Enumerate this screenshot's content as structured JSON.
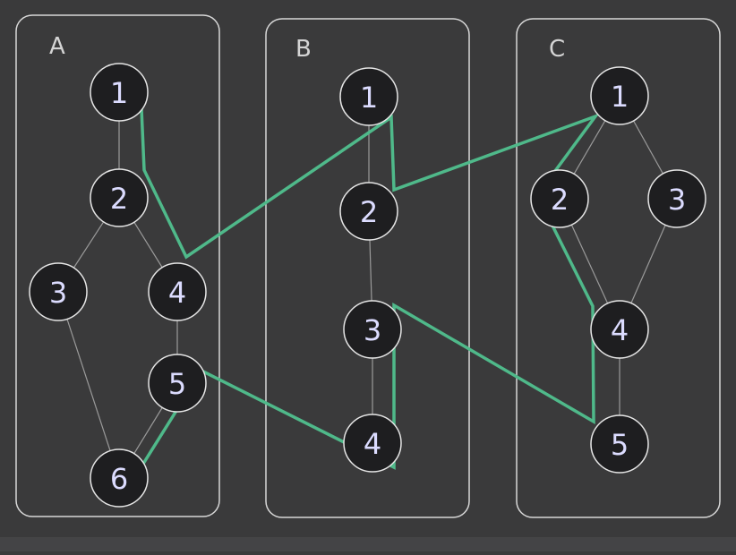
{
  "colors": {
    "background": "#3a3a3b",
    "panel_border": "#d8d8d8",
    "node_fill": "#1e1e20",
    "node_border": "#e6e6e6",
    "node_text": "#dcdcff",
    "edge": "#9a9a9a",
    "path": "#4fb98a"
  },
  "panels": [
    {
      "id": "A",
      "label": "A",
      "nodes": [
        "1",
        "2",
        "3",
        "4",
        "5",
        "6"
      ],
      "edges": [
        [
          "1",
          "2"
        ],
        [
          "2",
          "3"
        ],
        [
          "2",
          "4"
        ],
        [
          "3",
          "6"
        ],
        [
          "4",
          "5"
        ],
        [
          "5",
          "6"
        ]
      ]
    },
    {
      "id": "B",
      "label": "B",
      "nodes": [
        "1",
        "2",
        "3",
        "4"
      ],
      "edges": [
        [
          "1",
          "2"
        ],
        [
          "2",
          "3"
        ],
        [
          "3",
          "4"
        ]
      ]
    },
    {
      "id": "C",
      "label": "C",
      "nodes": [
        "1",
        "2",
        "3",
        "4",
        "5"
      ],
      "edges": [
        [
          "1",
          "2"
        ],
        [
          "1",
          "3"
        ],
        [
          "2",
          "4"
        ],
        [
          "3",
          "4"
        ],
        [
          "4",
          "5"
        ]
      ]
    }
  ]
}
